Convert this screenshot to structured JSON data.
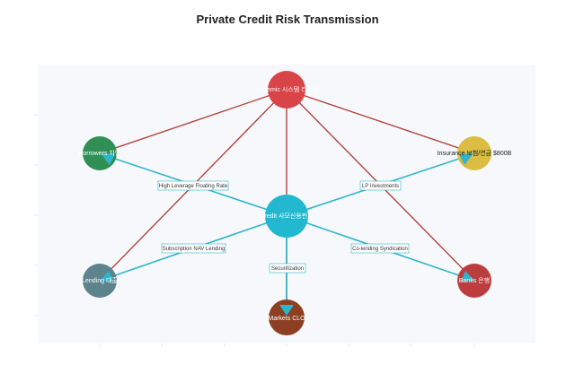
{
  "title": "Private Credit Risk Transmission",
  "colors": {
    "plot_bg": "#f6f8fb",
    "red_edge": "#b5443f",
    "teal_edge": "#2eb4cc",
    "center_node": "#22b8cf",
    "top_node": "#d94448",
    "borrowers_node": "#2f8f55",
    "insurance_node": "#dcbd43",
    "lending_node": "#5d838d",
    "banks_node": "#bb3d3d",
    "markets_node": "#8c3f22"
  },
  "nodes": {
    "center": {
      "label": "Credit 사모신용펀드",
      "icon": "circle-node"
    },
    "top": {
      "label": "Systemic 시스템 리스크",
      "icon": "circle-node"
    },
    "borrowers": {
      "label": "Borrowers 차입",
      "icon": "circle-node"
    },
    "insurance": {
      "label": "Insurance 보험/연금 $800B",
      "icon": "circle-node"
    },
    "lending": {
      "label": "Lending 대출",
      "icon": "circle-node"
    },
    "banks": {
      "label": "Banks 은행",
      "icon": "circle-node"
    },
    "markets": {
      "label": "Markets CLO",
      "icon": "circle-node"
    }
  },
  "edge_labels": {
    "high_leverage": "High Leverage Floating Rate",
    "lp_investments": "LP Investments",
    "subscription": "Subscription NAV Lending",
    "co_lending": "Co-lending Syndication",
    "securitization": "Securitization"
  }
}
